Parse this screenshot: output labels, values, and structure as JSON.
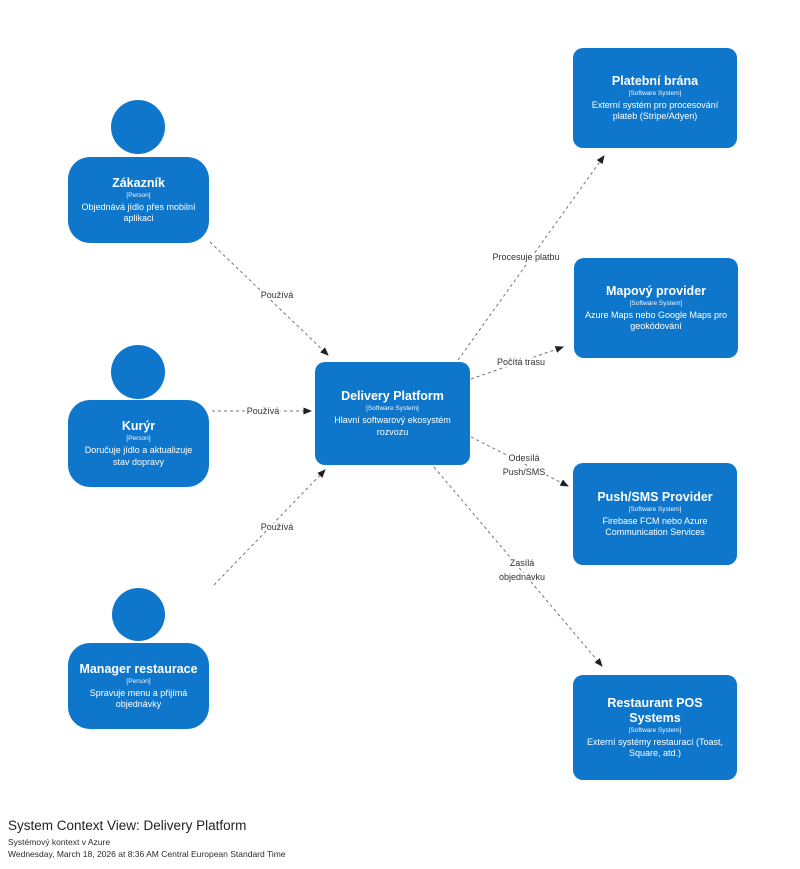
{
  "diagram": {
    "type": "c4-system-context",
    "colors": {
      "element_fill": "#0E76CB",
      "element_text": "#ffffff",
      "edge": "#767676",
      "edge_label": "#313131",
      "arrowhead": "#1f1f1f",
      "background": "#ffffff"
    }
  },
  "persons": [
    {
      "name": "Zákazník",
      "meta": "[Person]",
      "description": "Objednává jídlo přes mobilní aplikaci"
    },
    {
      "name": "Kurýr",
      "meta": "[Person]",
      "description": "Doručuje jídlo a aktualizuje stav dopravy"
    },
    {
      "name": "Manager restaurace",
      "meta": "[Person]",
      "description": "Spravuje menu a přijímá objednávky"
    }
  ],
  "systems": [
    {
      "name": "Delivery Platform",
      "meta": "[Software System]",
      "description": "Hlavní softwarový ekosystém rozvozu"
    },
    {
      "name": "Platební brána",
      "meta": "[Software System]",
      "description": "Externí systém pro procesování plateb (Stripe/Adyen)"
    },
    {
      "name": "Mapový provider",
      "meta": "[Software System]",
      "description": "Azure Maps nebo Google Maps pro geokódování"
    },
    {
      "name": "Push/SMS Provider",
      "meta": "[Software System]",
      "description": "Firebase FCM nebo Azure Communication Services"
    },
    {
      "name": "Restaurant POS Systems",
      "meta": "[Software System]",
      "description": "Externí systémy restaurací (Toast, Square, atd.)"
    }
  ],
  "relationships": [
    {
      "from": "Zákazník",
      "to": "Delivery Platform",
      "label_lines": [
        "Používá"
      ]
    },
    {
      "from": "Kurýr",
      "to": "Delivery Platform",
      "label_lines": [
        "Používá"
      ]
    },
    {
      "from": "Manager restaurace",
      "to": "Delivery Platform",
      "label_lines": [
        "Používá"
      ]
    },
    {
      "from": "Delivery Platform",
      "to": "Platební brána",
      "label_lines": [
        "Procesuje platbu"
      ]
    },
    {
      "from": "Delivery Platform",
      "to": "Mapový provider",
      "label_lines": [
        "Počítá trasu"
      ]
    },
    {
      "from": "Delivery Platform",
      "to": "Push/SMS Provider",
      "label_lines": [
        "Odesílá",
        "Push/SMS"
      ]
    },
    {
      "from": "Delivery Platform",
      "to": "Restaurant POS Systems",
      "label_lines": [
        "Zasílá",
        "objednávku"
      ]
    }
  ],
  "footer": {
    "title": "System Context View: Delivery Platform",
    "subtitle": "Systémový kontext v Azure",
    "timestamp": "Wednesday, March 18, 2026 at 8:36 AM Central European Standard Time"
  }
}
